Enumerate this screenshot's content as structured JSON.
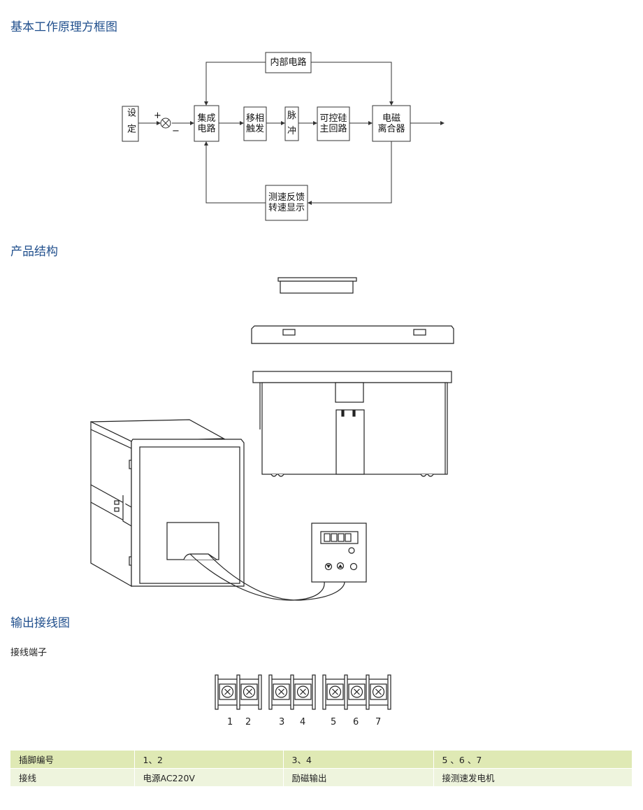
{
  "sections": {
    "block_diagram_title": "基本工作原理方框图",
    "structure_title": "产品结构",
    "wiring_title": "输出接线图",
    "terminal_subtitle": "接线端子"
  },
  "block_diagram": {
    "setpoint": "设定",
    "plus": "+",
    "minus": "−",
    "ic_line1": "集成",
    "ic_line2": "电路",
    "phase_line1": "移相",
    "phase_line2": "触发",
    "pulse_line1": "脉",
    "pulse_line2": "冲",
    "scr_line1": "可控硅",
    "scr_line2": "主回路",
    "clutch_line1": "电磁",
    "clutch_line2": "离合器",
    "internal": "内部电路",
    "feedback_line1": "测速反馈",
    "feedback_line2": "转速显示"
  },
  "terminals": [
    "1",
    "2",
    "3",
    "4",
    "5",
    "6",
    "7"
  ],
  "table": {
    "header": [
      "插脚编号",
      "1、2",
      "3、4",
      "5 、6 、7"
    ],
    "row": [
      "接线",
      "电源AC220V",
      "励磁输出",
      "接测速发电机"
    ]
  },
  "colors": {
    "heading": "#1f4e8c",
    "table_header": "#dfe9b4",
    "table_row": "#eef4dd"
  }
}
